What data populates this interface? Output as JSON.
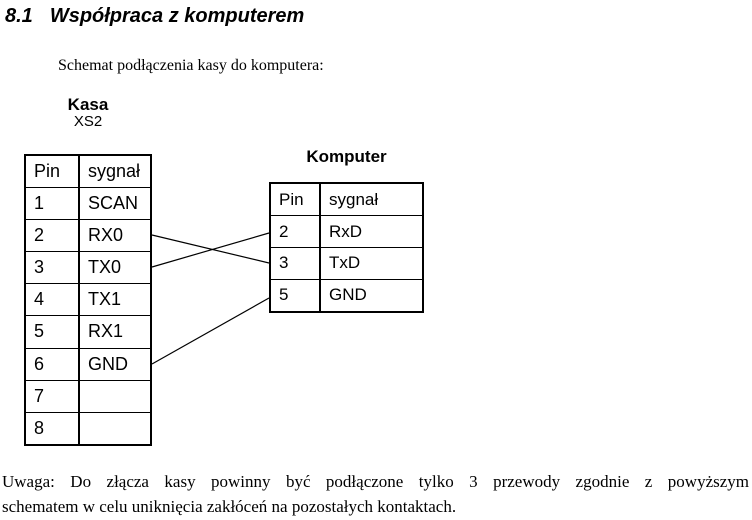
{
  "heading": {
    "number": "8.1",
    "title": "Współpraca z komputerem"
  },
  "intro_text": "Schemat podłączenia kasy do komputera:",
  "kasa": {
    "title": "Kasa",
    "connector": "XS2",
    "headers": {
      "pin": "Pin",
      "signal": "sygnał"
    },
    "rows": [
      {
        "pin": "1",
        "signal": "SCAN"
      },
      {
        "pin": "2",
        "signal": "RX0"
      },
      {
        "pin": "3",
        "signal": "TX0"
      },
      {
        "pin": "4",
        "signal": "TX1"
      },
      {
        "pin": "5",
        "signal": "RX1"
      },
      {
        "pin": "6",
        "signal": "GND"
      },
      {
        "pin": "7",
        "signal": ""
      },
      {
        "pin": "8",
        "signal": ""
      }
    ]
  },
  "komputer": {
    "title": "Komputer",
    "headers": {
      "pin": "Pin",
      "signal": "sygnał"
    },
    "rows": [
      {
        "pin": "2",
        "signal": "RxD"
      },
      {
        "pin": "3",
        "signal": "TxD"
      },
      {
        "pin": "5",
        "signal": "GND"
      }
    ]
  },
  "connections": [
    {
      "from": "Kasa pin 2 RX0",
      "to": "Komputer pin 3 TxD"
    },
    {
      "from": "Kasa pin 3 TX0",
      "to": "Komputer pin 2 RxD"
    },
    {
      "from": "Kasa pin 6 GND",
      "to": "Komputer pin 5 GND"
    }
  ],
  "note": {
    "lines": [
      "Uwaga: Do złącza kasy powinny być podłączone tylko 3 przewody zgodnie z powyższym",
      "schematem w celu uniknięcia zakłóceń na pozostałych kontaktach."
    ]
  },
  "colors": {
    "text": "#000000",
    "border": "#000000",
    "background": "#ffffff"
  }
}
